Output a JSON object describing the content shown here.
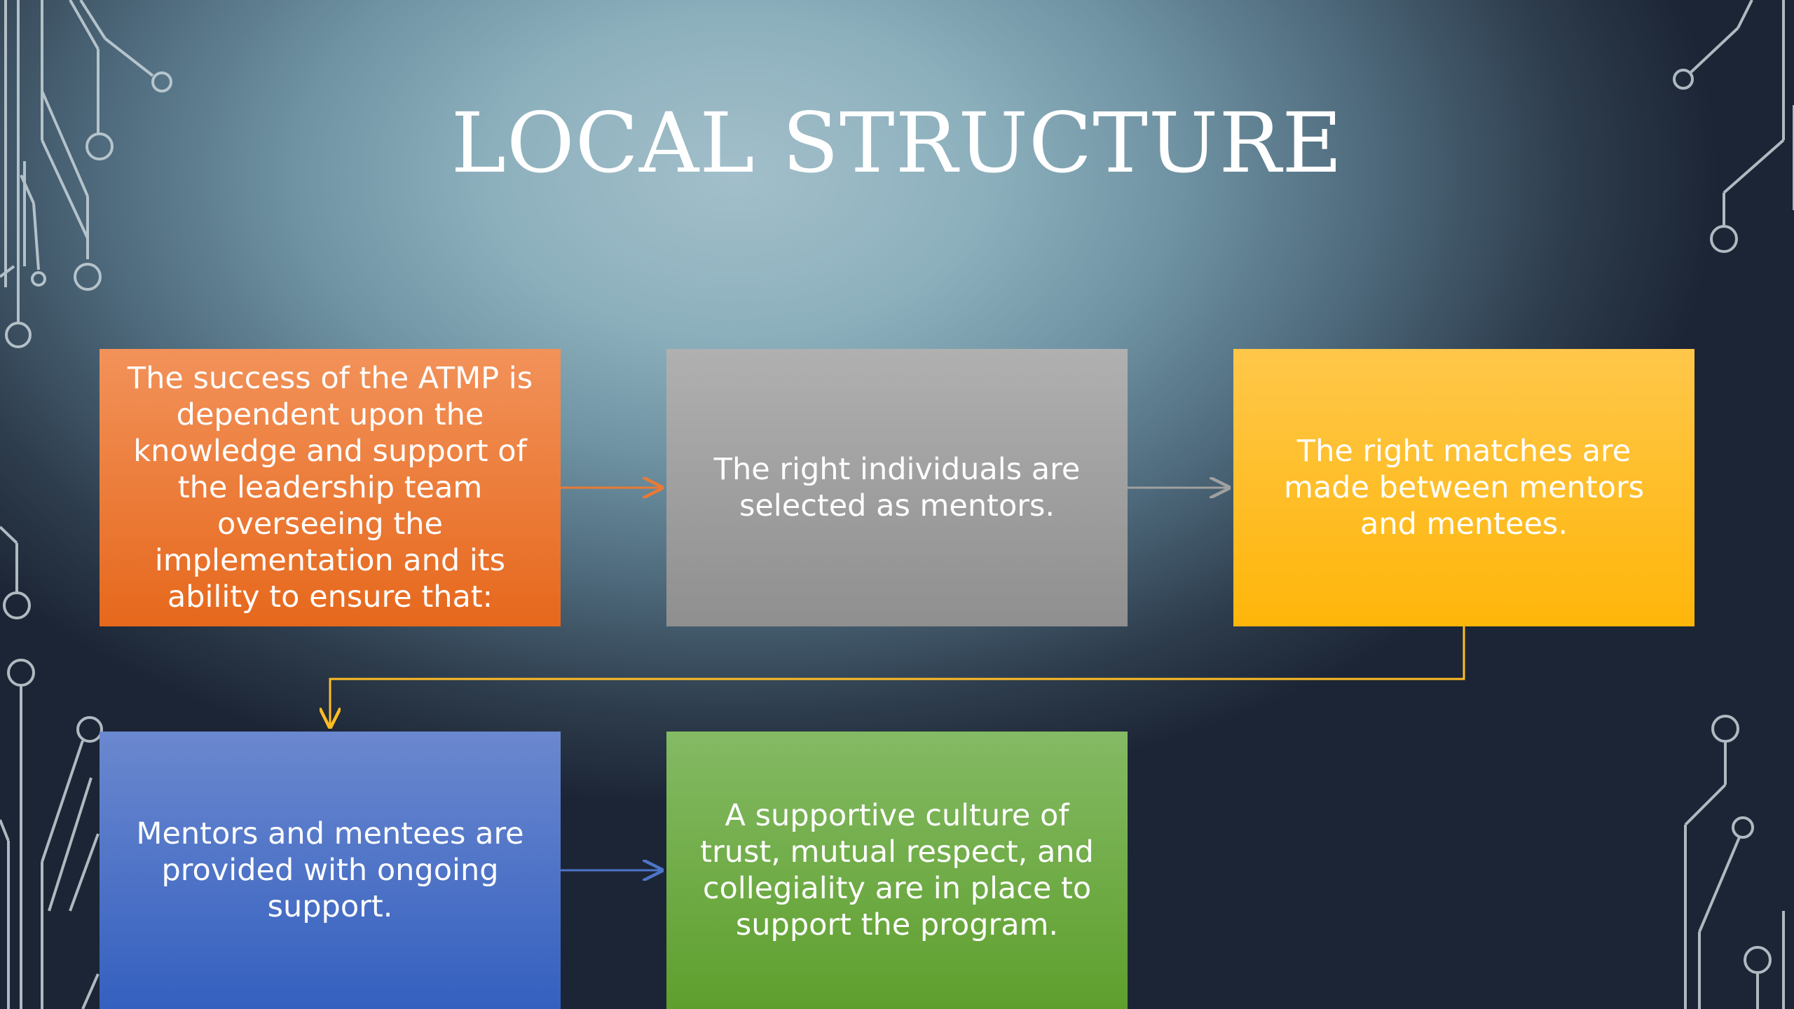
{
  "slide": {
    "title": "LOCAL STRUCTURE"
  },
  "diagram": {
    "type": "process-flow",
    "steps": [
      {
        "id": "leadership",
        "text": "The success of the ATMP is dependent upon the knowledge and support of the leadership team overseeing the implementation and its ability to ensure that:",
        "color": "#e97a35"
      },
      {
        "id": "mentors",
        "text": "The right individuals are selected as mentors.",
        "color": "#a0a0a0"
      },
      {
        "id": "matches",
        "text": "The right matches are made between mentors and mentees.",
        "color": "#ffbd24"
      },
      {
        "id": "support",
        "text": "Mentors and mentees are provided with ongoing support.",
        "color": "#4d74c8"
      },
      {
        "id": "culture",
        "text": "A supportive culture of trust, mutual respect, and collegiality are in place to support the program.",
        "color": "#72ad48"
      }
    ],
    "connections": [
      {
        "from": "leadership",
        "to": "mentors",
        "color": "#e97a35"
      },
      {
        "from": "mentors",
        "to": "matches",
        "color": "#a0a0a0"
      },
      {
        "from": "matches",
        "to": "support",
        "color": "#ffbd24"
      },
      {
        "from": "support",
        "to": "culture",
        "color": "#4d74c8"
      }
    ]
  }
}
